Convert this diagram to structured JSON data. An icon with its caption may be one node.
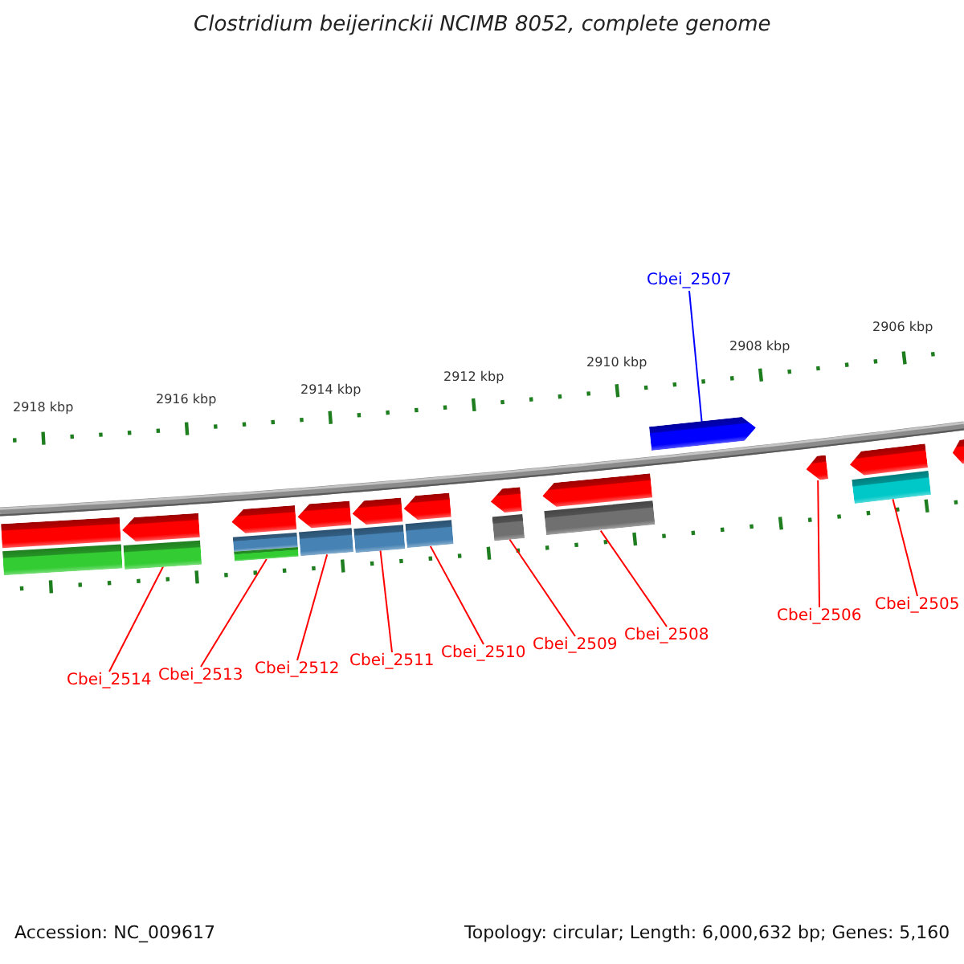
{
  "diagram": {
    "title": "Clostridium beijerinckii NCIMB 8052, complete genome",
    "nodes": [
      {
        "text": [
          "Cbei_2507"
        ]
      },
      {
        "text": [],
        "shape": "bar"
      },
      {
        "text": [],
        "shape": "bar"
      },
      {
        "text": [],
        "shape": "bar"
      },
      {
        "text": [],
        "shape": "bar"
      },
      {
        "text": [],
        "shape": "bar"
      },
      {
        "text": [],
        "shape": "bar"
      },
      {
        "text": [],
        "shape": "bar"
      },
      {
        "text": [],
        "shape": "bar"
      },
      {
        "text": [],
        "shape": "bar"
      },
      {
        "text": [],
        "shape": "bar"
      },
      {
        "text": [],
        "shape": "bar"
      },
      {
        "text": [],
        "shape": "bar"
      },
      {
        "text": [
          "Cbei_2514"
        ]
      },
      {
        "text": [
          "Cbei_2513"
        ]
      },
      {
        "text": [
          "Cbei_2512"
        ]
      },
      {
        "text": [
          "Cbei_2511"
        ]
      },
      {
        "text": [
          "Cbei_2510"
        ]
      },
      {
        "text": [
          "Cbei_2509"
        ]
      },
      {
        "text": [
          "Cbei_2508"
        ]
      },
      {
        "text": [
          "Cbei_2506"
        ]
      },
      {
        "text": [
          "Cbei_2505"
        ]
      }
    ],
    "edges": [
      {
        "from": 0,
        "to": 1,
        "arrow": "none",
        "color": "#0000ff"
      },
      {
        "from": 13,
        "to": 3,
        "arrow": "none"
      },
      {
        "from": 14,
        "to": 4,
        "arrow": "none"
      },
      {
        "from": 15,
        "to": 5,
        "arrow": "none"
      },
      {
        "from": 16,
        "to": 6,
        "arrow": "none"
      },
      {
        "from": 17,
        "to": 7,
        "arrow": "none"
      },
      {
        "from": 18,
        "to": 8,
        "arrow": "none"
      },
      {
        "from": 19,
        "to": 9,
        "arrow": "none"
      },
      {
        "from": 20,
        "to": 10,
        "arrow": "none"
      },
      {
        "from": 21,
        "to": 11,
        "arrow": "none"
      }
    ],
    "labels": [
      "2918 kbp",
      "2916 kbp",
      "2914 kbp",
      "2912 kbp",
      "2910 kbp",
      "2908 kbp",
      "2906 kbp",
      "Accession: NC_009617",
      "Topology: circular; Length: 6,000,632 bp; Genes: 5,160"
    ]
  }
}
